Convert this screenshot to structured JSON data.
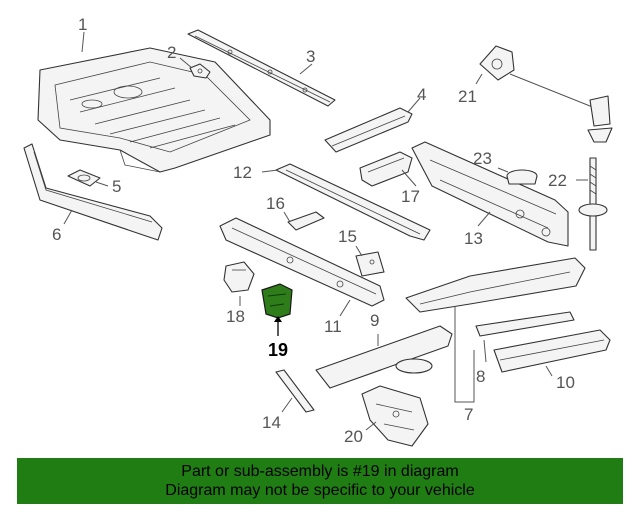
{
  "callouts": {
    "c1": "1",
    "c2": "2",
    "c3": "3",
    "c4": "4",
    "c5": "5",
    "c6": "6",
    "c7": "7",
    "c8": "8",
    "c9": "9",
    "c10": "10",
    "c11": "11",
    "c12": "12",
    "c13": "13",
    "c14": "14",
    "c15": "15",
    "c16": "16",
    "c17": "17",
    "c18": "18",
    "c19": "19",
    "c20": "20",
    "c21": "21",
    "c22": "22",
    "c23": "23"
  },
  "highlight": {
    "part": "19",
    "color": "#2e7d1a"
  },
  "banner": {
    "line1": "Part or sub-assembly is #19 in diagram",
    "line2": "Diagram may not be specific to your vehicle",
    "background": "#1f7d14"
  }
}
